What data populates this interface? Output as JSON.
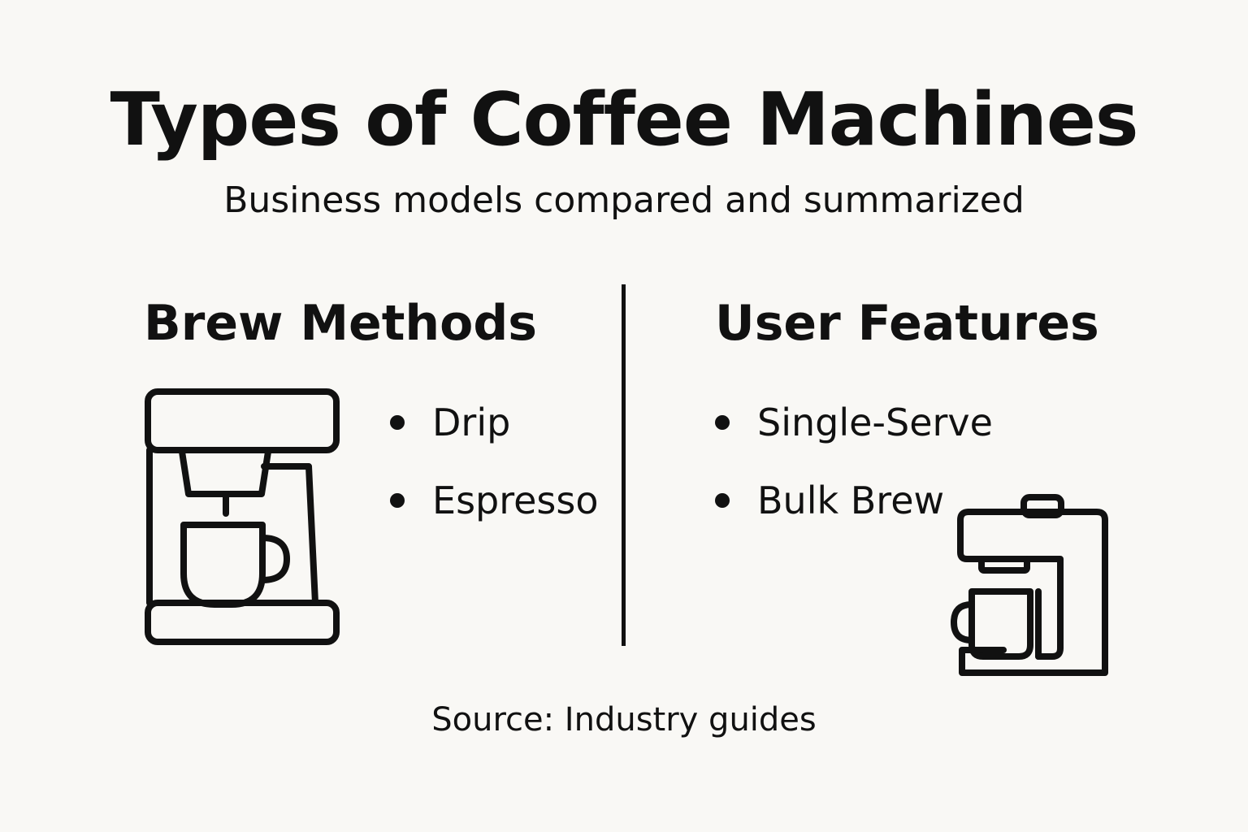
{
  "title": "Types of Coffee Machines",
  "subtitle": "Business models compared and summarized",
  "left_section": {
    "heading": "Brew Methods",
    "items": [
      "Drip",
      "Espresso"
    ],
    "icon": "drip-coffee-machine-icon"
  },
  "right_section": {
    "heading": "User Features",
    "items": [
      "Single-Serve",
      "Bulk Brew"
    ],
    "icon": "single-serve-coffee-machine-icon"
  },
  "source": "Source: Industry guides",
  "colors": {
    "background": "#f9f8f5",
    "ink": "#111111"
  }
}
